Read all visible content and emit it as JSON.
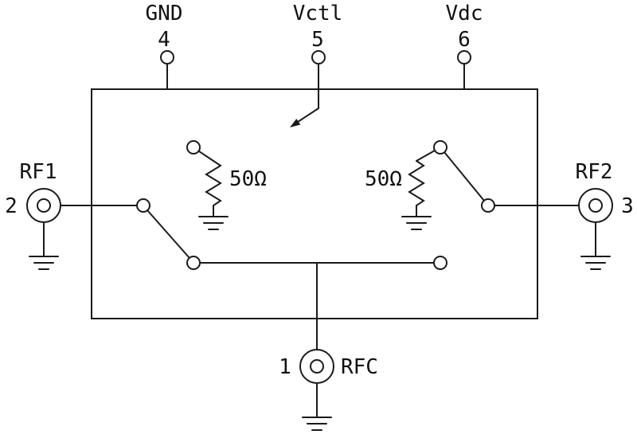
{
  "colors": {
    "ink": "#1a1a1a",
    "background": "#ffffff"
  },
  "schematic": {
    "top_pins": [
      {
        "label": "GND",
        "number": "4"
      },
      {
        "label": "Vctl",
        "number": "5"
      },
      {
        "label": "Vdc",
        "number": "6"
      }
    ],
    "ports": [
      {
        "label": "RF1",
        "number": "2"
      },
      {
        "label": "RF2",
        "number": "3"
      },
      {
        "label": "RFC",
        "number": "1"
      }
    ],
    "terminations": [
      {
        "value": "50Ω"
      },
      {
        "value": "50Ω"
      }
    ]
  }
}
